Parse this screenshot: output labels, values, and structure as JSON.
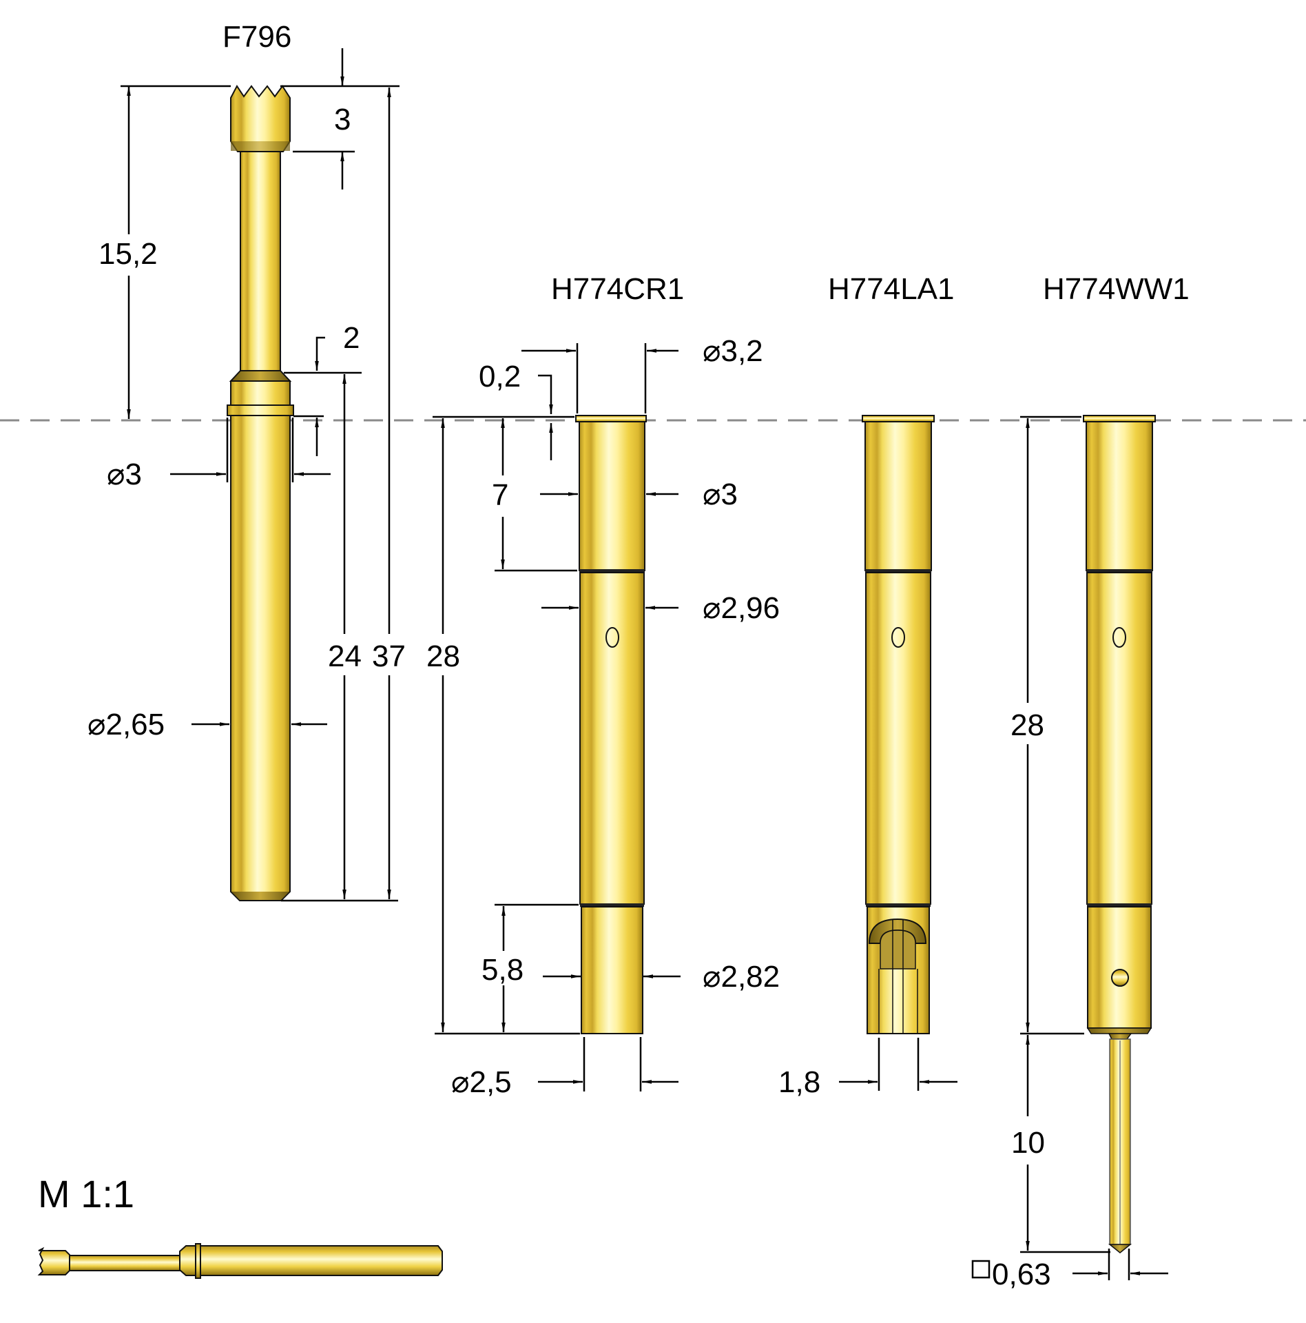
{
  "drawing": {
    "scale_label": "M 1:1",
    "reference_line": "dashed mounting plane",
    "colors": {
      "gold_light": "#fff6a8",
      "gold_mid": "#e8c840",
      "gold_dark": "#a88a18",
      "dimension": "#000000",
      "reference_dash": "#8a8a8a"
    }
  },
  "parts": [
    {
      "id": "F796",
      "label": "F796",
      "type": "probe plunger (crown tip)",
      "dimensions": {
        "tip_length": "3",
        "plunger_length": "15,2",
        "collar_offset": "2",
        "collar_diameter": "⌀3",
        "barrel_diameter": "⌀2,65",
        "body_length": "24",
        "total_length": "37"
      }
    },
    {
      "id": "H774CR1",
      "label": "H774CR1",
      "type": "receptacle (crimp)",
      "dimensions": {
        "flange_diameter": "⌀3,2",
        "flange_thickness": "0,2",
        "upper_length": "7",
        "upper_diameter": "⌀3",
        "mid_diameter": "⌀2,96",
        "total_length": "28",
        "lower_length": "5,8",
        "lower_diameter": "⌀2,82",
        "bore_diameter": "⌀2,5"
      }
    },
    {
      "id": "H774LA1",
      "label": "H774LA1",
      "type": "receptacle (solder cup)",
      "dimensions": {
        "cup_width": "1,8"
      }
    },
    {
      "id": "H774WW1",
      "label": "H774WW1",
      "type": "receptacle (wire wrap)",
      "dimensions": {
        "body_length": "28",
        "pin_length": "10",
        "pin_square": "□0,63"
      }
    }
  ],
  "annotations": {
    "f796_title": "F796",
    "f796_tip": "3",
    "f796_plunger": "15,2",
    "f796_collar": "2",
    "f796_dia3": "⌀3",
    "f796_dia265": "⌀2,65",
    "f796_24": "24",
    "f796_37": "37",
    "cr1_title": "H774CR1",
    "cr1_28": "28",
    "cr1_02": "0,2",
    "cr1_dia32": "⌀3,2",
    "cr1_7": "7",
    "cr1_dia3": "⌀3",
    "cr1_dia296": "⌀2,96",
    "cr1_58": "5,8",
    "cr1_dia282": "⌀2,82",
    "cr1_dia25": "⌀2,5",
    "la1_title": "H774LA1",
    "la1_18": "1,8",
    "ww1_title": "H774WW1",
    "ww1_28": "28",
    "ww1_10": "10",
    "ww1_063": "0,63",
    "scale": "M 1:1"
  }
}
